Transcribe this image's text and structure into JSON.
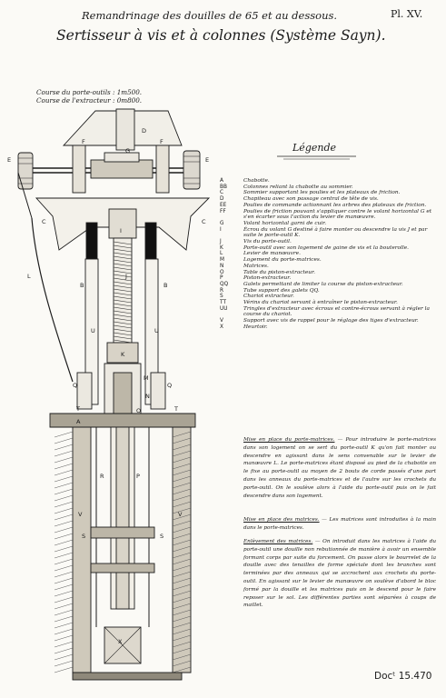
{
  "header": {
    "title_line1": "Remandrinage des douilles de 65 et au dessous.",
    "plate_number": "Pl. XV.",
    "title_line2": "Sertisseur à vis et à colonnes (Système Sayn)."
  },
  "courses": [
    {
      "label": "Course du porte-outils :",
      "value": "1m500."
    },
    {
      "label": "Course de l'extracteur :",
      "value": "0m800."
    }
  ],
  "legend": {
    "title": "Légende",
    "items": [
      {
        "key": "A",
        "desc": "Chabotte."
      },
      {
        "key": "BB",
        "desc": "Colonnes reliant la chabotte au sommier."
      },
      {
        "key": "C",
        "desc": "Sommier supportant les poulies et les plateaux de friction."
      },
      {
        "key": "D",
        "desc": "Chapiteau avec son passage central de tête de vis."
      },
      {
        "key": "EE",
        "desc": "Poulies de commande actionnant les arbres des plateaux de friction."
      },
      {
        "key": "FF",
        "desc": "Poulies de friction pouvant s'appliquer contre le volant horizontal G et s'en écarter sous l'action du levier de manœuvre."
      },
      {
        "key": "G",
        "desc": "Volant horizontal garni de cuir."
      },
      {
        "key": "I",
        "desc": "Écrou du volant G destiné à faire monter ou descendre la vis J et par suite le porte-outil K."
      },
      {
        "key": "J",
        "desc": "Vis du porte-outil."
      },
      {
        "key": "K",
        "desc": "Porte-outil avec son logement de gaine de vis et la bouterolle."
      },
      {
        "key": "L",
        "desc": "Levier de manœuvre."
      },
      {
        "key": "M",
        "desc": "Logement du porte-matrices."
      },
      {
        "key": "N",
        "desc": "Matrices."
      },
      {
        "key": "O",
        "desc": "Table du piston-extracteur."
      },
      {
        "key": "P",
        "desc": "Piston-extracteur."
      },
      {
        "key": "QQ",
        "desc": "Galets permettant de limiter la course du piston-extracteur."
      },
      {
        "key": "R",
        "desc": "Tube support des galets QQ."
      },
      {
        "key": "S",
        "desc": "Chariot extracteur."
      },
      {
        "key": "TT",
        "desc": "Vérins du chariot servant à entraîner le piston-extracteur."
      },
      {
        "key": "UU",
        "desc": "Tringles d'extracteur avec écrous et contre-écrous servant à régler la course du chariot."
      },
      {
        "key": "V",
        "desc": "Support avec vis de rappel pour le réglage des tiges d'extracteur."
      },
      {
        "key": "X",
        "desc": "Heurtoir."
      }
    ]
  },
  "paragraphs": [
    {
      "heading": "Mise en place du porte-matrices.",
      "text": "Pour introduire le porte-matrices dans son logement on se sert du porte-outil K qu'on fait monter ou descendre en agissant dans le sens convenable sur le levier de manœuvre L. Le porte-matrices étant disposé au pied de la chabotte on le fixe au porte-outil au moyen de 2 bouts de corde passés d'une part dans les anneaux du porte-matrices et de l'autre sur les crochets du porte-outil. On le soulève alors à l'aide du porte-outil puis on le fait descendre dans son logement."
    },
    {
      "heading": "Mise en place des matrices.",
      "text": "Les matrices sont introduites à la main dans le porte-matrices."
    },
    {
      "heading": "Enlèvement des matrices.",
      "text": "On introduit dans les matrices à l'aide du porte-outil une douille non rebutionnée de manière à avoir un ensemble formant corps par suite du forcement. On passe alors le bourrelet de la douille avec des tenailles de forme spéciale dont les branches sont terminées par des anneaux qui se accrochent aux crochets du porte-outil. En agissant sur le levier de manœuvre on soulève d'abord le bloc formé par la douille et les matrices puis on le descend pour le faire reposer sur le sol. Les différentes parties sont séparées à coups de maillet."
    }
  ],
  "drawing_labels": [
    "D",
    "E",
    "E",
    "F",
    "F",
    "G",
    "C",
    "C",
    "I",
    "J",
    "B",
    "B",
    "U",
    "U",
    "K",
    "L",
    "Q",
    "Q",
    "M",
    "N",
    "O",
    "T",
    "T",
    "A",
    "R",
    "P",
    "V",
    "V",
    "S",
    "S",
    "X"
  ],
  "footer": {
    "doc_ref": "Docᵗ 15.470"
  }
}
